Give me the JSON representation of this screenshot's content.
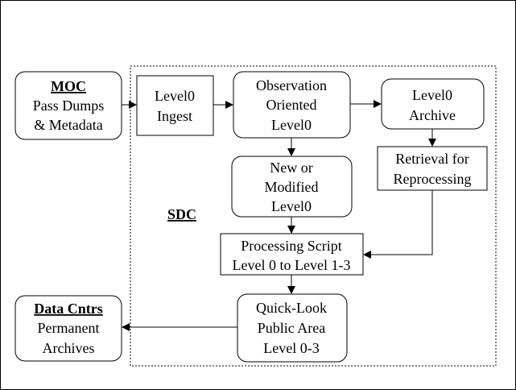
{
  "sdc": {
    "label": "SDC"
  },
  "moc": {
    "title": "MOC",
    "line1": "Pass Dumps",
    "line2": "& Metadata"
  },
  "level0_ingest": {
    "line1": "Level0",
    "line2": "Ingest"
  },
  "obs_oriented": {
    "line1": "Observation",
    "line2": "Oriented",
    "line3": "Level0"
  },
  "level0_archive": {
    "line1": "Level0",
    "line2": "Archive"
  },
  "retrieval": {
    "line1": "Retrieval for",
    "line2": "Reprocessing"
  },
  "new_modified": {
    "line1": "New or",
    "line2": "Modified",
    "line3": "Level0"
  },
  "processing": {
    "line1": "Processing Script",
    "line2": "Level 0 to Level 1-3"
  },
  "quicklook": {
    "line1": "Quick-Look",
    "line2": "Public Area",
    "line3": "Level 0-3"
  },
  "data_cntrs": {
    "title": "Data Cntrs",
    "line1": "Permanent",
    "line2": "Archives"
  }
}
